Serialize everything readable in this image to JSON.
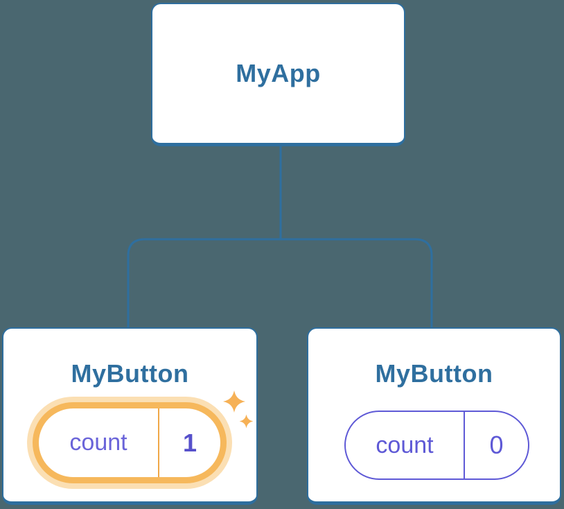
{
  "diagram": {
    "title": "react-component-tree",
    "background_color": "#4A6770",
    "node_fill": "#FFFFFF",
    "node_border_color": "#2E6E9E",
    "node_text_color": "#2F6F9F",
    "connector_color": "#2F6F9F",
    "root": {
      "label": "MyApp"
    },
    "children": [
      {
        "label": "MyButton",
        "state": {
          "name": "count",
          "value": "1"
        },
        "highlighted": true,
        "highlight_border_color": "#F6B85C",
        "highlight_halo_color": "#FBDFB3",
        "state_name_color": "#6A64D9",
        "state_value_color": "#5650CB",
        "sparkle_color": "#F6B156"
      },
      {
        "label": "MyButton",
        "state": {
          "name": "count",
          "value": "0"
        },
        "highlighted": false,
        "state_color": "#5E59D6"
      }
    ]
  }
}
